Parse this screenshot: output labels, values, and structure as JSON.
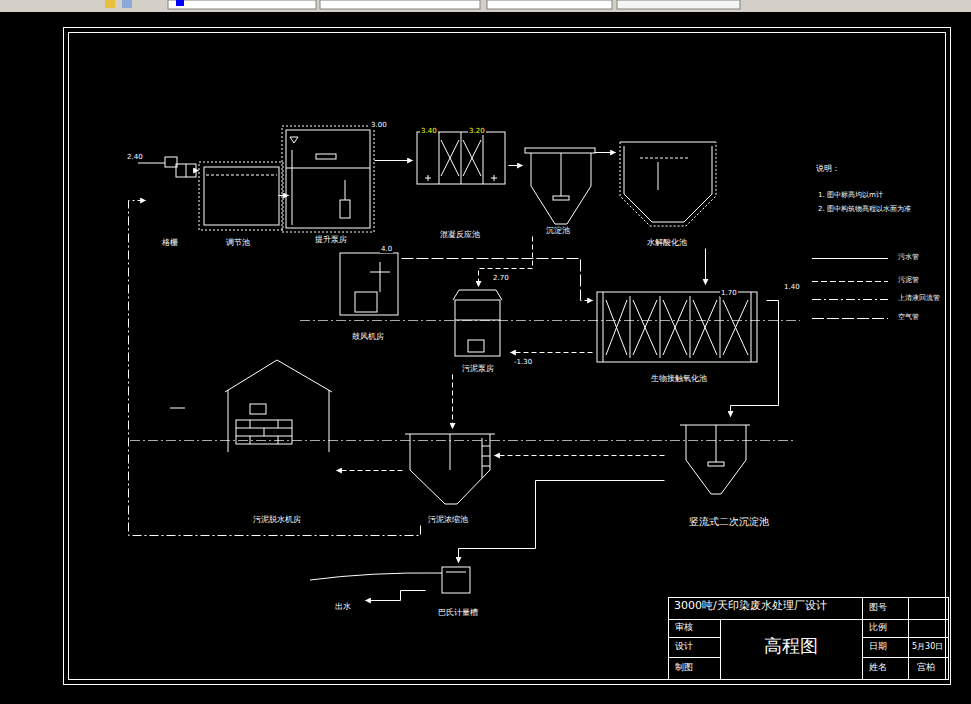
{
  "diagram": {
    "title": "3000吨/天印染废水处理厂设计",
    "nodes": [
      {
        "text": [
          "格栅"
        ]
      },
      {
        "text": [
          "调节池"
        ]
      },
      {
        "text": [
          "提升泵房"
        ]
      },
      {
        "text": [
          "混凝反应池"
        ]
      },
      {
        "text": [
          "沉淀池"
        ]
      },
      {
        "text": [
          "水解酸化池"
        ]
      },
      {
        "text": [
          "鼓风机房"
        ]
      },
      {
        "text": [
          "污泥泵房"
        ]
      },
      {
        "text": [
          "生物接触氧化池"
        ]
      },
      {
        "text": [
          "污泥脱水机房"
        ]
      },
      {
        "text": [
          "污泥浓缩池"
        ]
      },
      {
        "text": [
          "竖流式二次沉淀池"
        ]
      },
      {
        "text": [
          "出水"
        ]
      },
      {
        "text": [
          "巴氏计量槽"
        ]
      }
    ],
    "edges": [
      {
        "from": 0,
        "to": 1,
        "arrow": "to"
      },
      {
        "from": 1,
        "to": 2,
        "arrow": "to"
      },
      {
        "from": 2,
        "to": 3,
        "arrow": "to"
      },
      {
        "from": 3,
        "to": 4,
        "arrow": "to"
      },
      {
        "from": 4,
        "to": 5,
        "arrow": "to"
      },
      {
        "from": 5,
        "to": 8,
        "arrow": "to"
      },
      {
        "from": 8,
        "to": 11,
        "arrow": "to"
      },
      {
        "from": 11,
        "to": 13,
        "arrow": "to"
      },
      {
        "from": 13,
        "to": 12,
        "arrow": "to"
      },
      {
        "from": 4,
        "to": 7,
        "arrow": "to"
      },
      {
        "from": 7,
        "to": 10,
        "arrow": "to"
      },
      {
        "from": 11,
        "to": 10,
        "arrow": "to"
      },
      {
        "from": 8,
        "to": 7,
        "arrow": "to"
      },
      {
        "from": 10,
        "to": 9,
        "arrow": "to"
      },
      {
        "from": 6,
        "to": 8,
        "arrow": "to"
      },
      {
        "from": 10,
        "to": 0,
        "arrow": "to"
      }
    ],
    "labels": [
      "说明：",
      "1. 图中标高均以m计",
      "2. 图中构筑物高程以水面为准",
      "2.40",
      "3.00",
      "3.40",
      "3.20",
      "4.0",
      "2.70",
      "1.70",
      "1.40",
      "-1.30",
      "图号",
      "比例",
      "审核",
      "设计",
      "日期",
      "5月30日",
      "制图",
      "姓名",
      "宫柏",
      "高程图"
    ],
    "legend": [
      {
        "text": "污水管"
      },
      {
        "text": "污泥管"
      },
      {
        "text": "上清液回流管"
      },
      {
        "text": "空气管"
      }
    ]
  }
}
